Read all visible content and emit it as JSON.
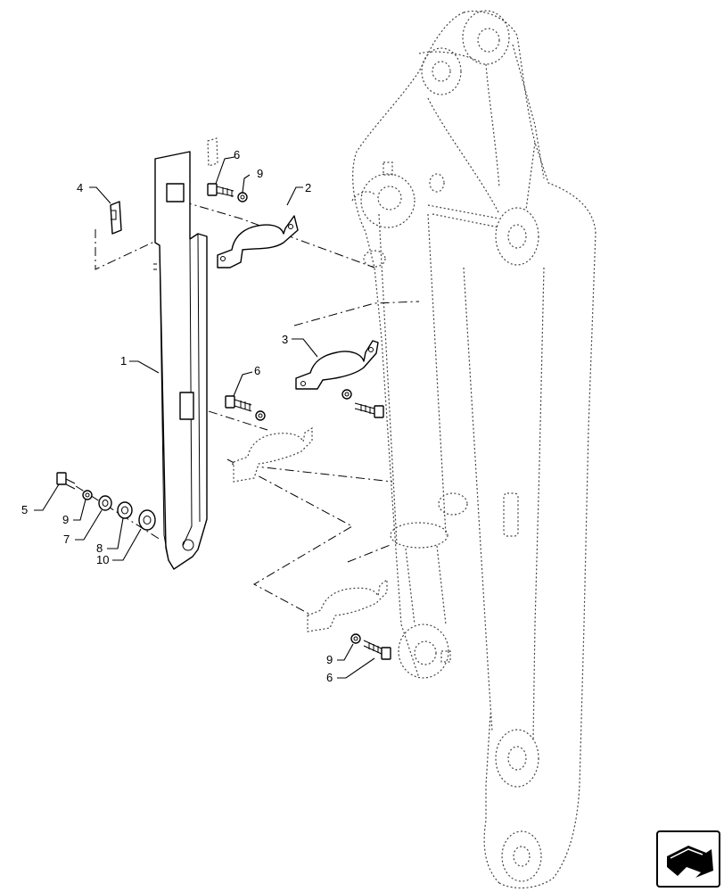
{
  "callouts": {
    "c1": "1",
    "c2": "2",
    "c3": "3",
    "c4": "4",
    "c5": "5",
    "c6a": "6",
    "c6b": "6",
    "c6c": "6",
    "c7": "7",
    "c8": "8",
    "c9a": "9",
    "c9b": "9",
    "c9c": "9",
    "c10": "10"
  },
  "nav": {
    "icon": "arrow-icon"
  },
  "colors": {
    "line": "#000000",
    "ghost": "#444444"
  }
}
